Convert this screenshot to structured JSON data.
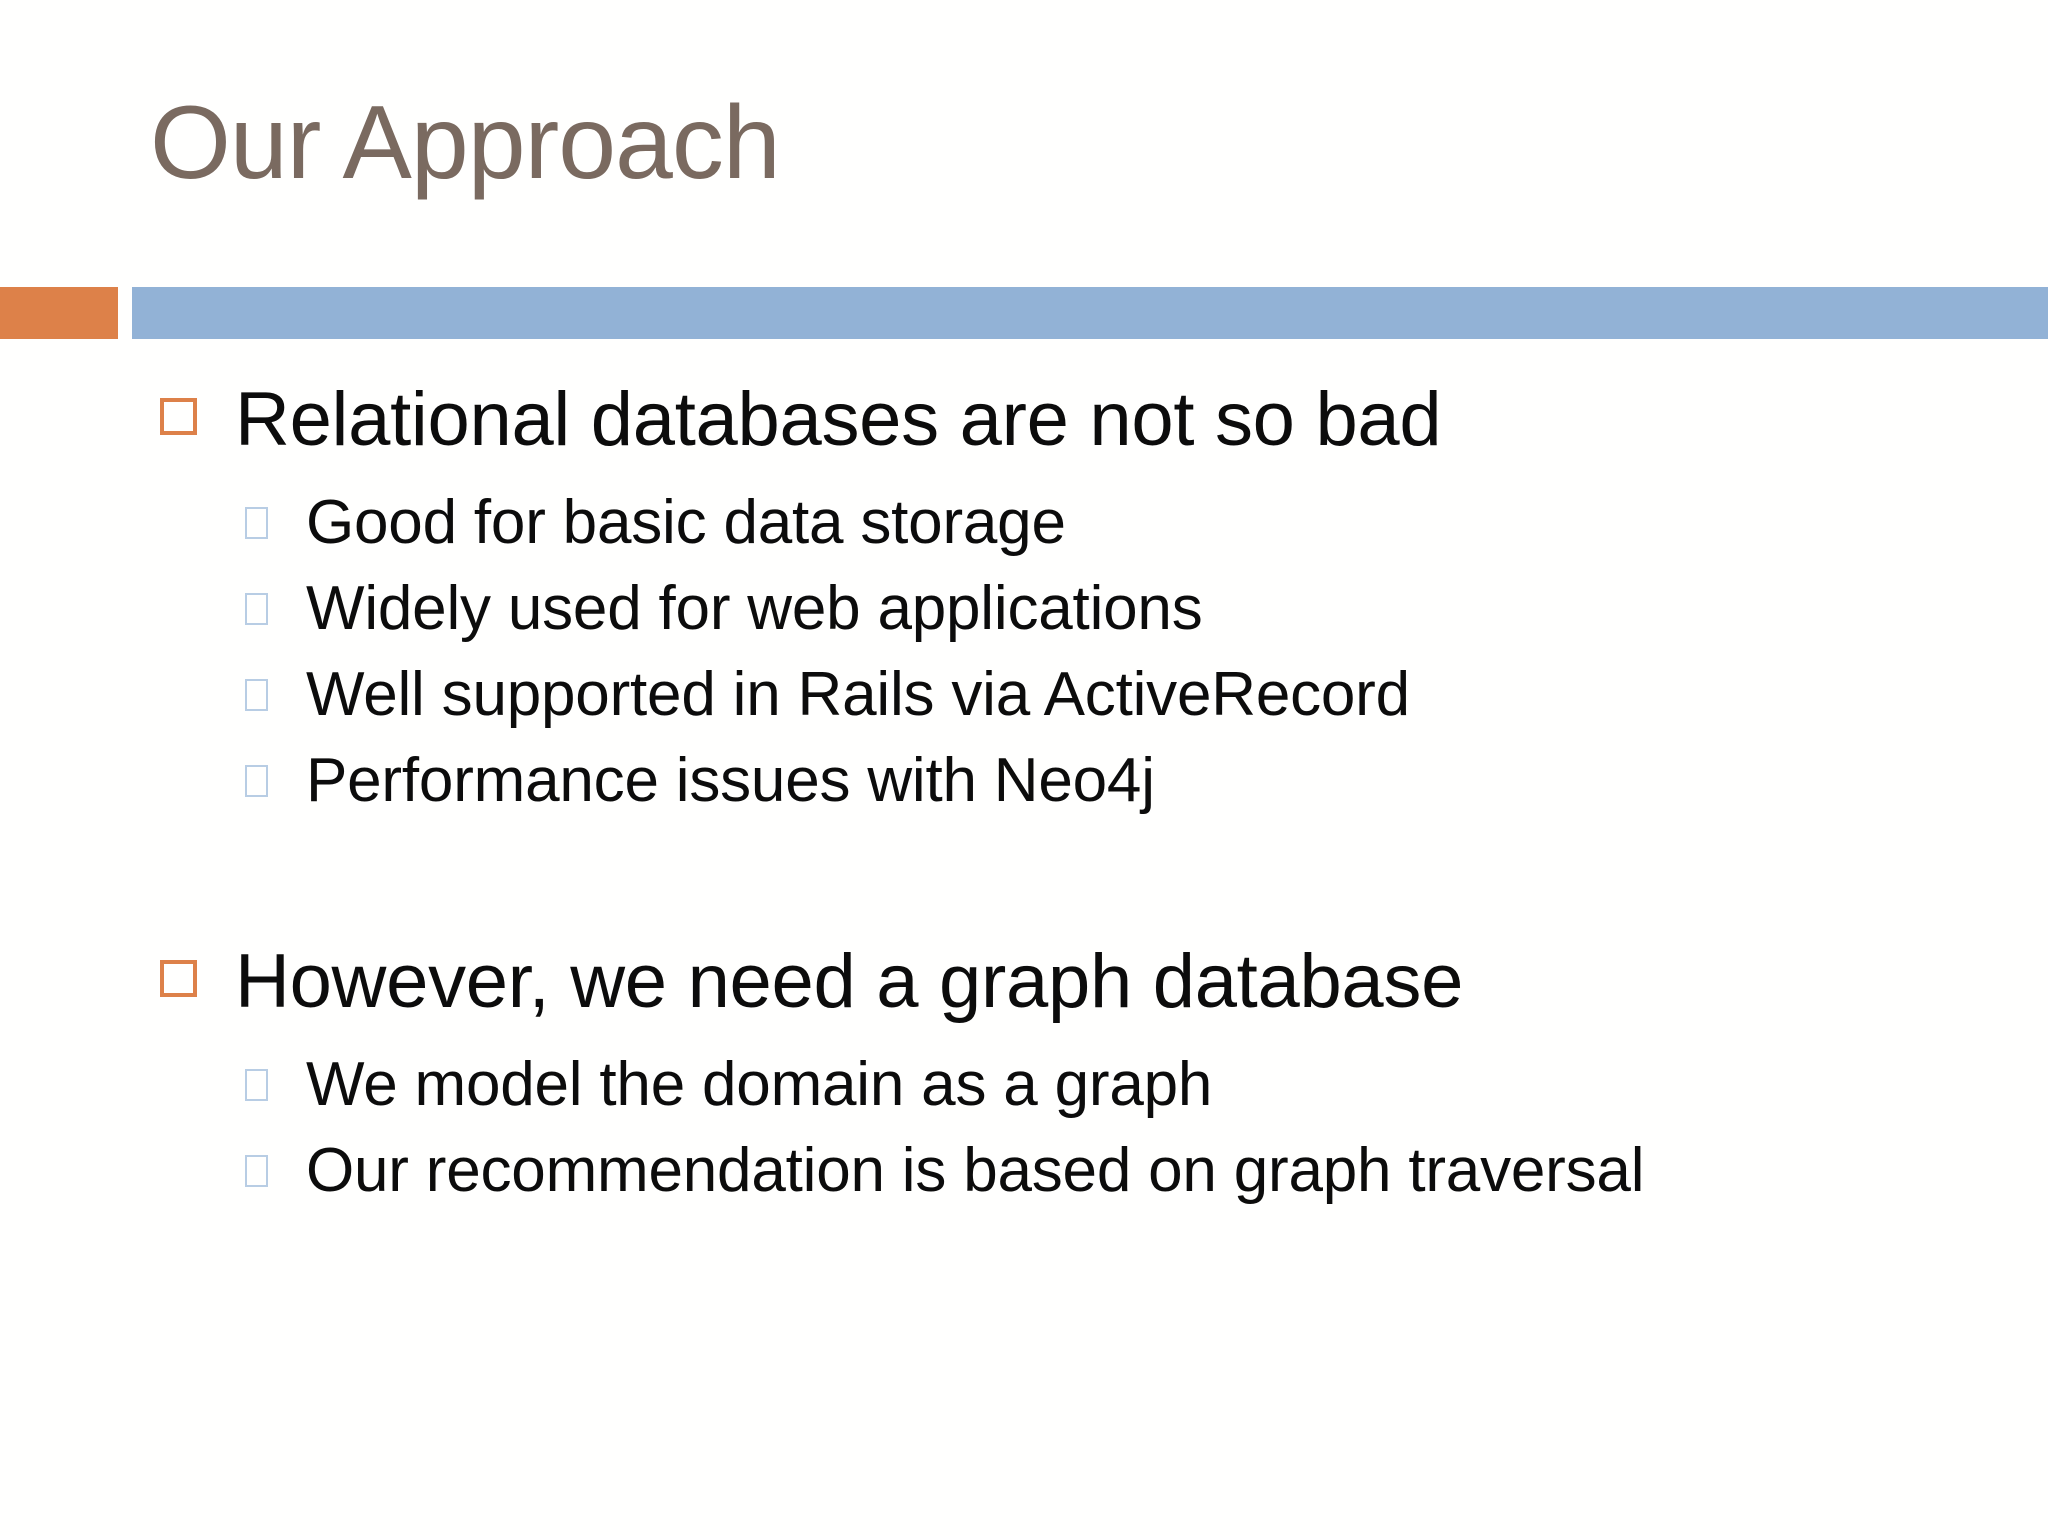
{
  "slide": {
    "title": "Our Approach",
    "title_color": "#7a6a60",
    "background_color": "#ffffff",
    "divider": {
      "accent_color": "#dd8149",
      "main_color": "#92b2d6"
    },
    "bullet_markers": {
      "level1_icon": "hollow-square-orange",
      "level1_color": "#dd8149",
      "level2_icon": "hollow-square-lightblue",
      "level2_color": "#b8cde4"
    },
    "body": {
      "groups": [
        {
          "heading": "Relational databases are not so bad",
          "sub_items": [
            "Good for basic data storage",
            "Widely used for web applications",
            "Well supported in Rails via ActiveRecord",
            "Performance issues with Neo4j"
          ]
        },
        {
          "heading": "However, we need a graph database",
          "sub_items": [
            "We model the domain as a graph",
            "Our recommendation is based on graph traversal"
          ]
        }
      ]
    }
  }
}
